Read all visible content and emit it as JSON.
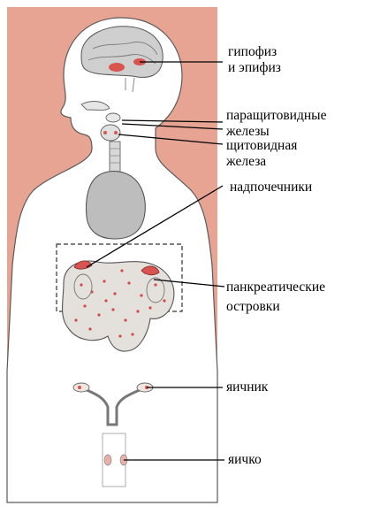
{
  "labels": {
    "hypophysis": [
      "гипофиз",
      "и эпифиз"
    ],
    "parathyroid": [
      "паращитовидные",
      "железы"
    ],
    "thyroid": [
      "щитовидная",
      "железа"
    ],
    "adrenal": [
      "надпочечники"
    ],
    "pancreatic": [
      "панкреатические",
      "островки"
    ],
    "ovary": [
      "яичник"
    ],
    "testis": [
      "яичко"
    ]
  },
  "colors": {
    "background_band": "#e8a493",
    "body_fill": "#ffffff",
    "outline": "#4a4a4a",
    "organ_gray": "#c8c8c8",
    "gland_red": "#d9534f",
    "pancreas_fill": "#e4e0dc"
  }
}
